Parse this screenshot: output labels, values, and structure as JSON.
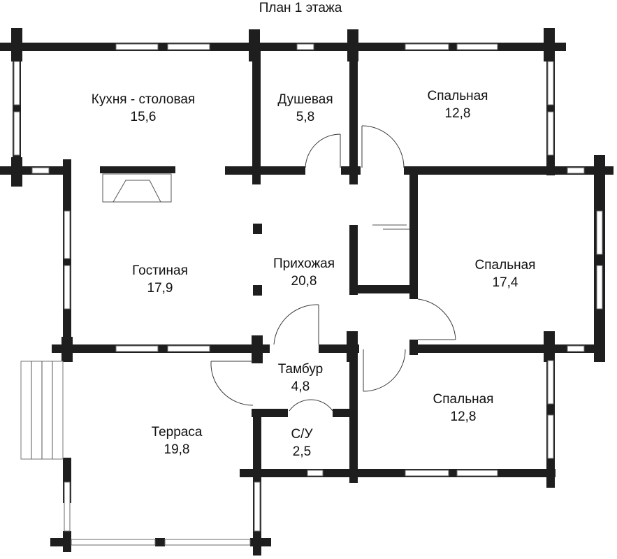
{
  "plan": {
    "title": "План 1 этажа",
    "rooms": [
      {
        "id": "kitchen",
        "name": "Кухня - столовая",
        "area": "15,6"
      },
      {
        "id": "shower",
        "name": "Душевая",
        "area": "5,8"
      },
      {
        "id": "bedroom-top",
        "name": "Спальная",
        "area": "12,8"
      },
      {
        "id": "living",
        "name": "Гостиная",
        "area": "17,9"
      },
      {
        "id": "hall",
        "name": "Прихожая",
        "area": "20,8"
      },
      {
        "id": "bedroom-right",
        "name": "Спальная",
        "area": "17,4"
      },
      {
        "id": "vestibule",
        "name": "Тамбур",
        "area": "4,8"
      },
      {
        "id": "wc",
        "name": "С/У",
        "area": "2,5"
      },
      {
        "id": "terrace",
        "name": "Терраса",
        "area": "19,8"
      },
      {
        "id": "bedroom-bottom",
        "name": "Спальная",
        "area": "12,8"
      }
    ]
  },
  "colors": {
    "wall": "#1e1e1e",
    "background": "#ffffff"
  }
}
